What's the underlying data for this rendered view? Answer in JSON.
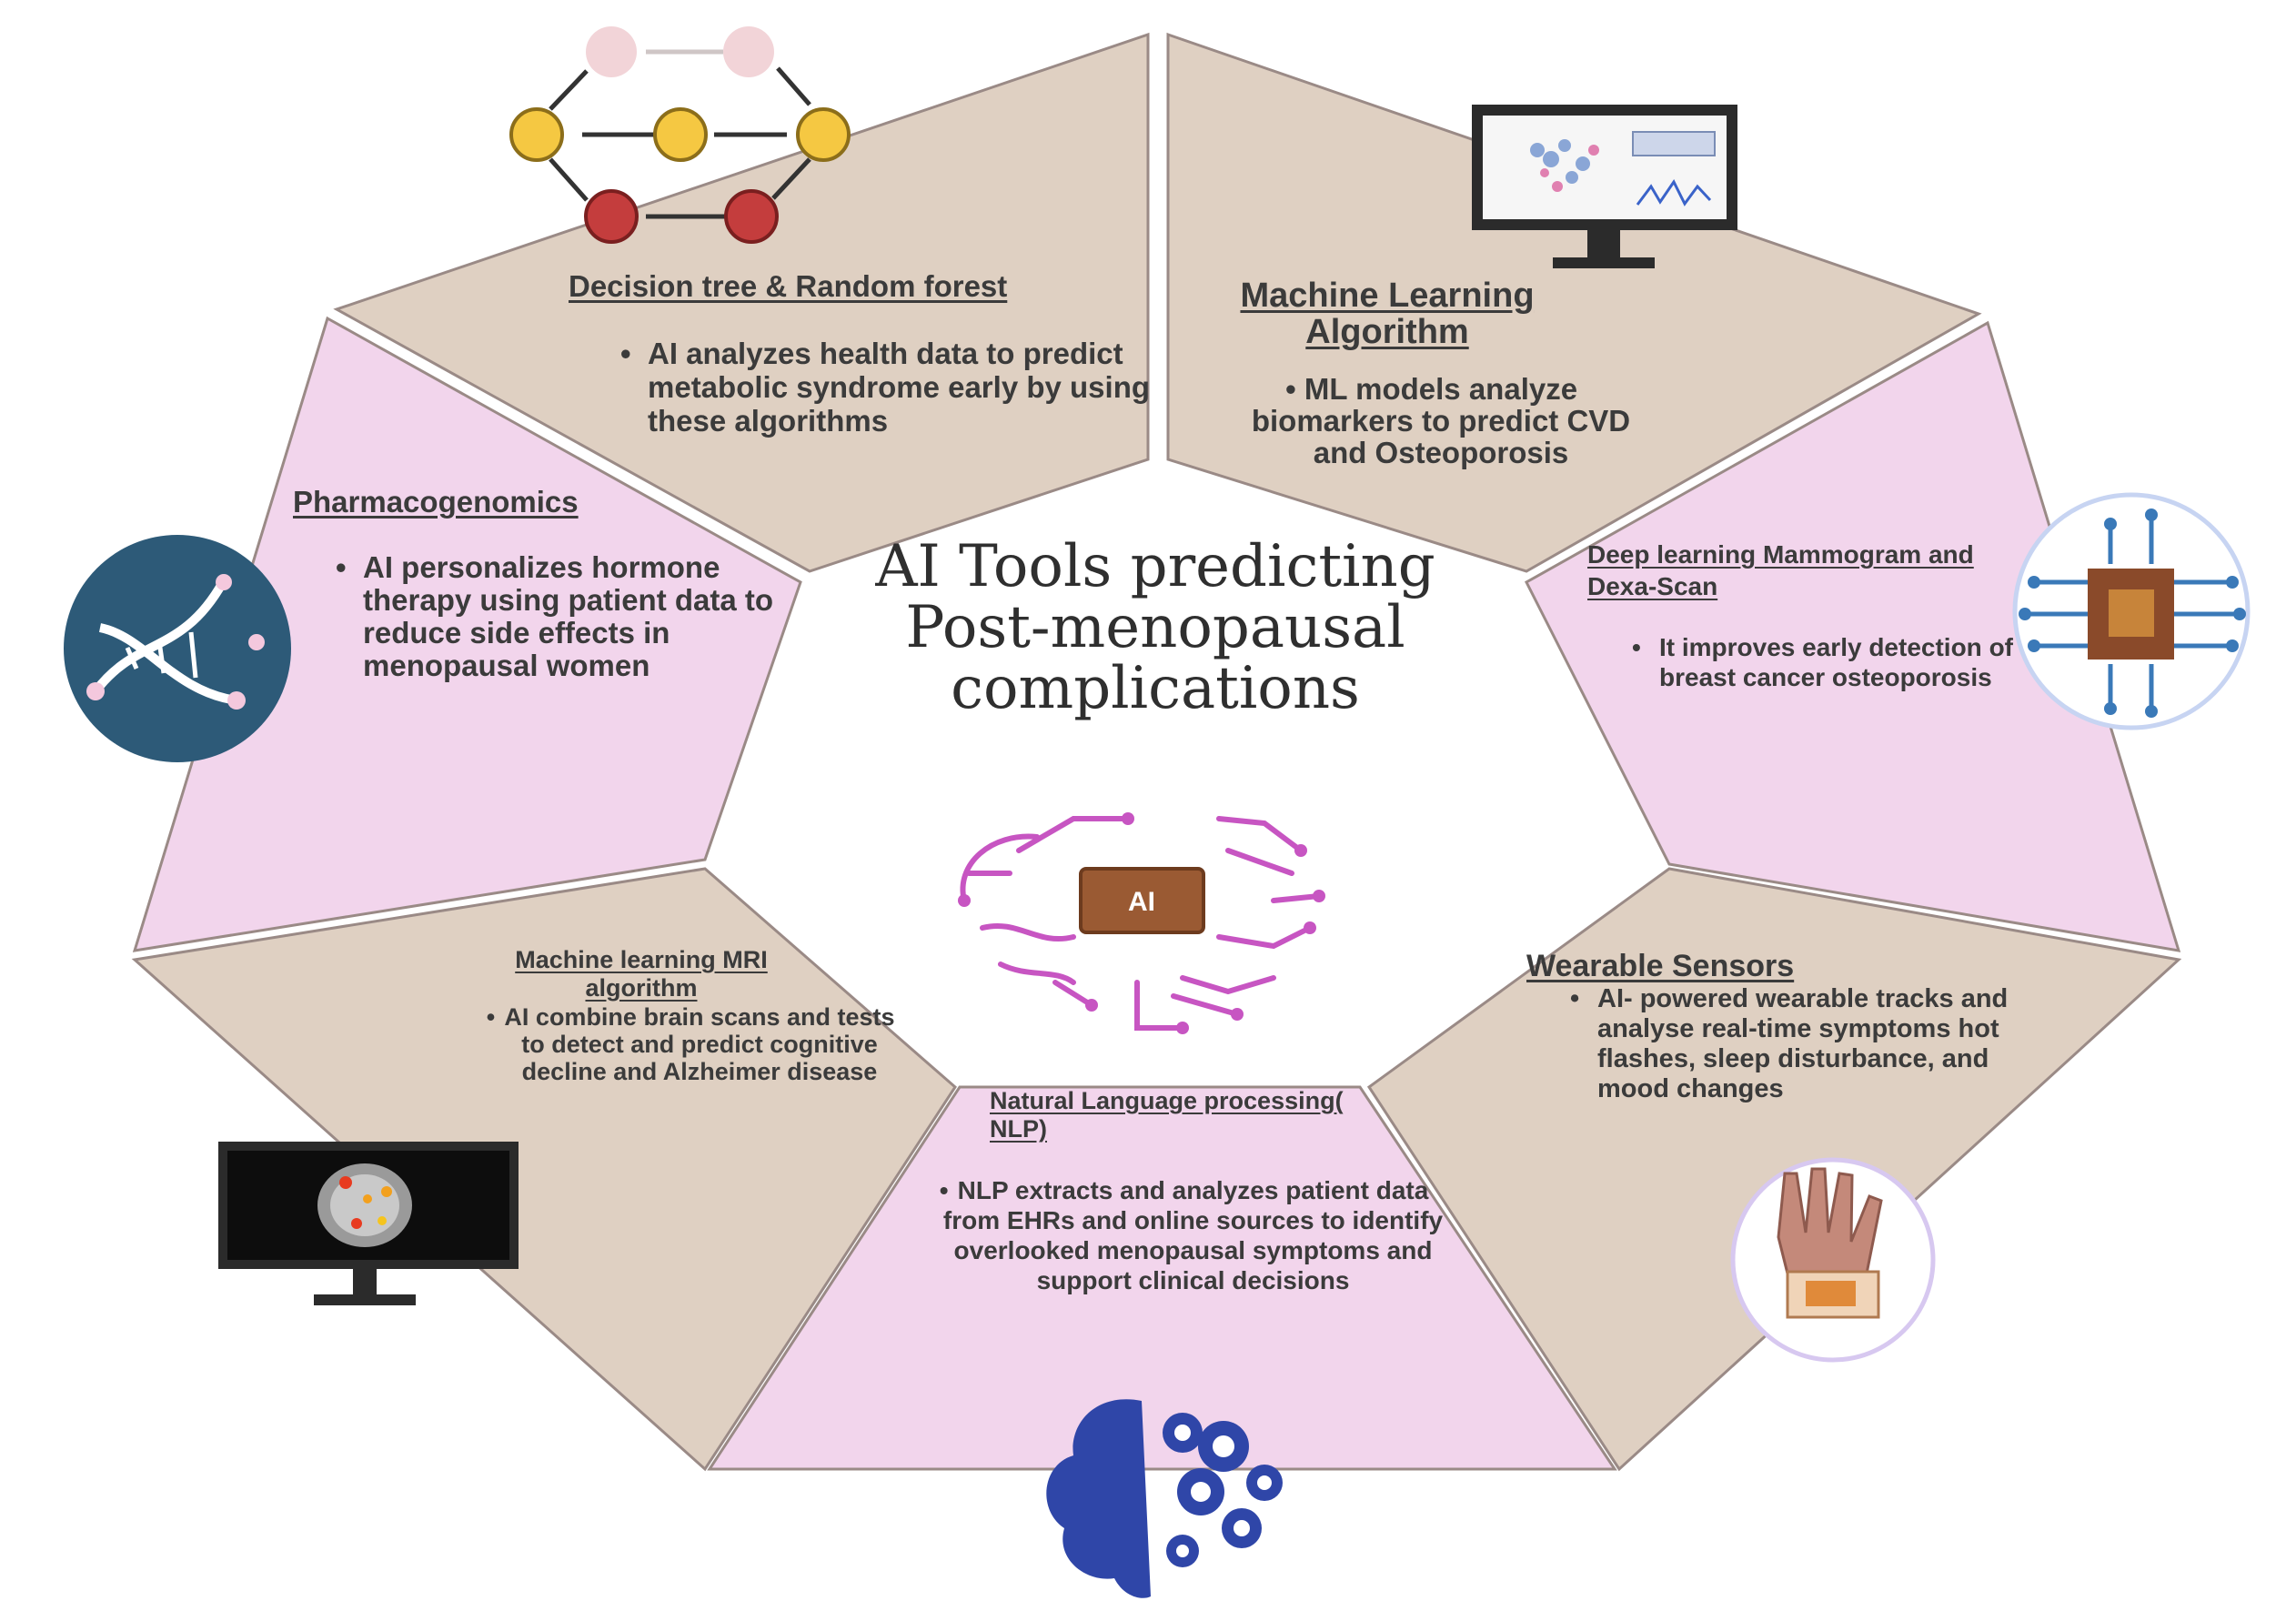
{
  "title": "AI Tools predicting Post-menopausal complications",
  "colors": {
    "beige": "#dfd0c2",
    "pink": "#f2d5ec",
    "edge": "#9a8a86",
    "text": "#3b3b3b",
    "ai_chip": "#9a5a33",
    "brain_pink": "#c755c2"
  },
  "center_chip_label": "AI",
  "segments": [
    {
      "id": "decision-tree",
      "title": "Decision tree & Random forest",
      "bullet": "AI analyzes health data to predict metabolic syndrome early by using these algorithms",
      "icon": "network-flow-icon"
    },
    {
      "id": "machine-learning",
      "title": "Machine Learning Algorithm",
      "bullet": "ML models analyze biomarkers to predict CVD and Osteoporosis",
      "icon": "monitor-chart-icon"
    },
    {
      "id": "deep-learning",
      "title": "Deep learning Mammogram and Dexa-Scan",
      "bullet": "It improves early detection of breast cancer osteoporosis",
      "icon": "circuit-chip-icon"
    },
    {
      "id": "wearable",
      "title": "Wearable Sensors",
      "bullet": "AI- powered wearable tracks and analyse real-time symptoms hot flashes, sleep disturbance, and mood changes",
      "icon": "hand-wearable-icon"
    },
    {
      "id": "nlp",
      "title": "Natural Language processing( NLP)",
      "bullet": "NLP extracts and analyzes patient data from EHRs and online sources to identify overlooked menopausal symptoms and support clinical decisions",
      "icon": "brain-gears-icon"
    },
    {
      "id": "mri",
      "title": "Machine learning MRI algorithm",
      "bullet": "AI combine brain scans and tests to detect and predict cognitive decline and Alzheimer disease",
      "icon": "brain-scan-monitor-icon"
    },
    {
      "id": "pharmacogenomics",
      "title": "Pharmacogenomics",
      "bullet": "AI personalizes hormone therapy using patient data to reduce side effects in menopausal women",
      "icon": "dna-icon"
    }
  ]
}
